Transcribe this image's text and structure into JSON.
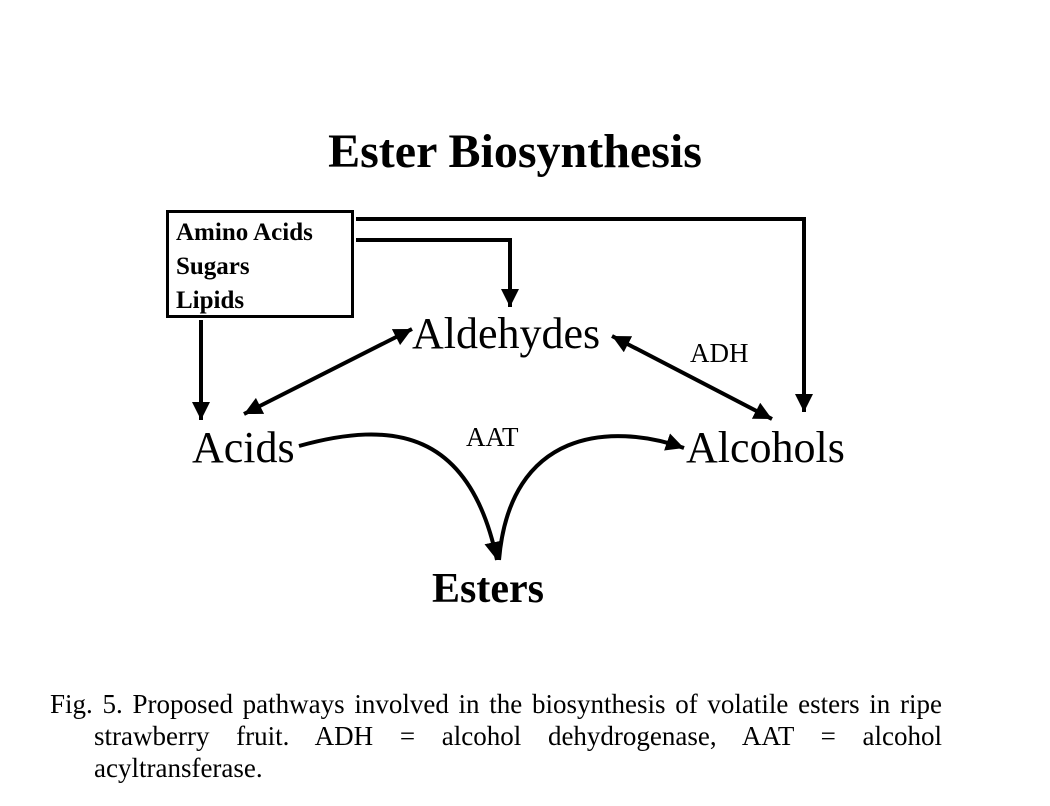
{
  "diagram": {
    "title": "Ester Biosynthesis",
    "sources": [
      "Amino Acids",
      "Sugars",
      "Lipids"
    ],
    "nodes": {
      "aldehydes": "Aldehydes",
      "acids": "Acids",
      "alcohols": "Alcohols",
      "esters": "Esters"
    },
    "enzymes": {
      "adh": "ADH",
      "aat": "AAT"
    },
    "edges": [
      {
        "from": "sources",
        "to": "acids",
        "direction": "forward"
      },
      {
        "from": "sources",
        "to": "aldehydes",
        "direction": "forward"
      },
      {
        "from": "sources",
        "to": "alcohols",
        "direction": "forward"
      },
      {
        "from": "acids",
        "to": "aldehydes",
        "direction": "both"
      },
      {
        "from": "aldehydes",
        "to": "alcohols",
        "direction": "both",
        "label": "ADH"
      },
      {
        "from": "acids",
        "to": "esters",
        "direction": "forward",
        "label": "AAT"
      },
      {
        "from": "esters",
        "to": "alcohols",
        "direction": "forward",
        "label": "AAT"
      }
    ]
  },
  "caption": "Fig. 5. Proposed pathways involved in the biosynthesis of volatile esters in ripe strawberry fruit. ADH = alcohol dehydrogenase, AAT = alcohol acyltransferase."
}
